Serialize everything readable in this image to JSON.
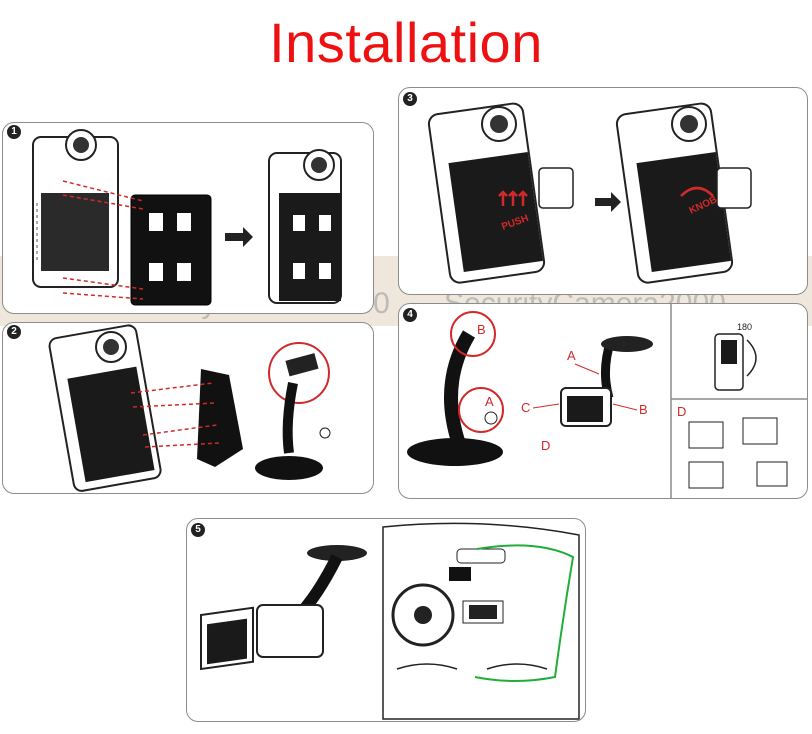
{
  "title": "Installation",
  "colors": {
    "title": "#ee1111",
    "accent": "#d22a2a",
    "panel_border": "#8c8c8c",
    "watermark_band": "#efe6dc"
  },
  "watermark": {
    "text": "SecurityCamera2000"
  },
  "steps": [
    {
      "number": "1"
    },
    {
      "number": "2"
    },
    {
      "number": "3",
      "push_label": "PUSH",
      "knob_label": "KNOB"
    },
    {
      "number": "4",
      "labels": [
        "B",
        "A",
        "A",
        "C",
        "B",
        "D"
      ],
      "angle": "180",
      "sub_label": "D"
    },
    {
      "number": "5"
    }
  ]
}
